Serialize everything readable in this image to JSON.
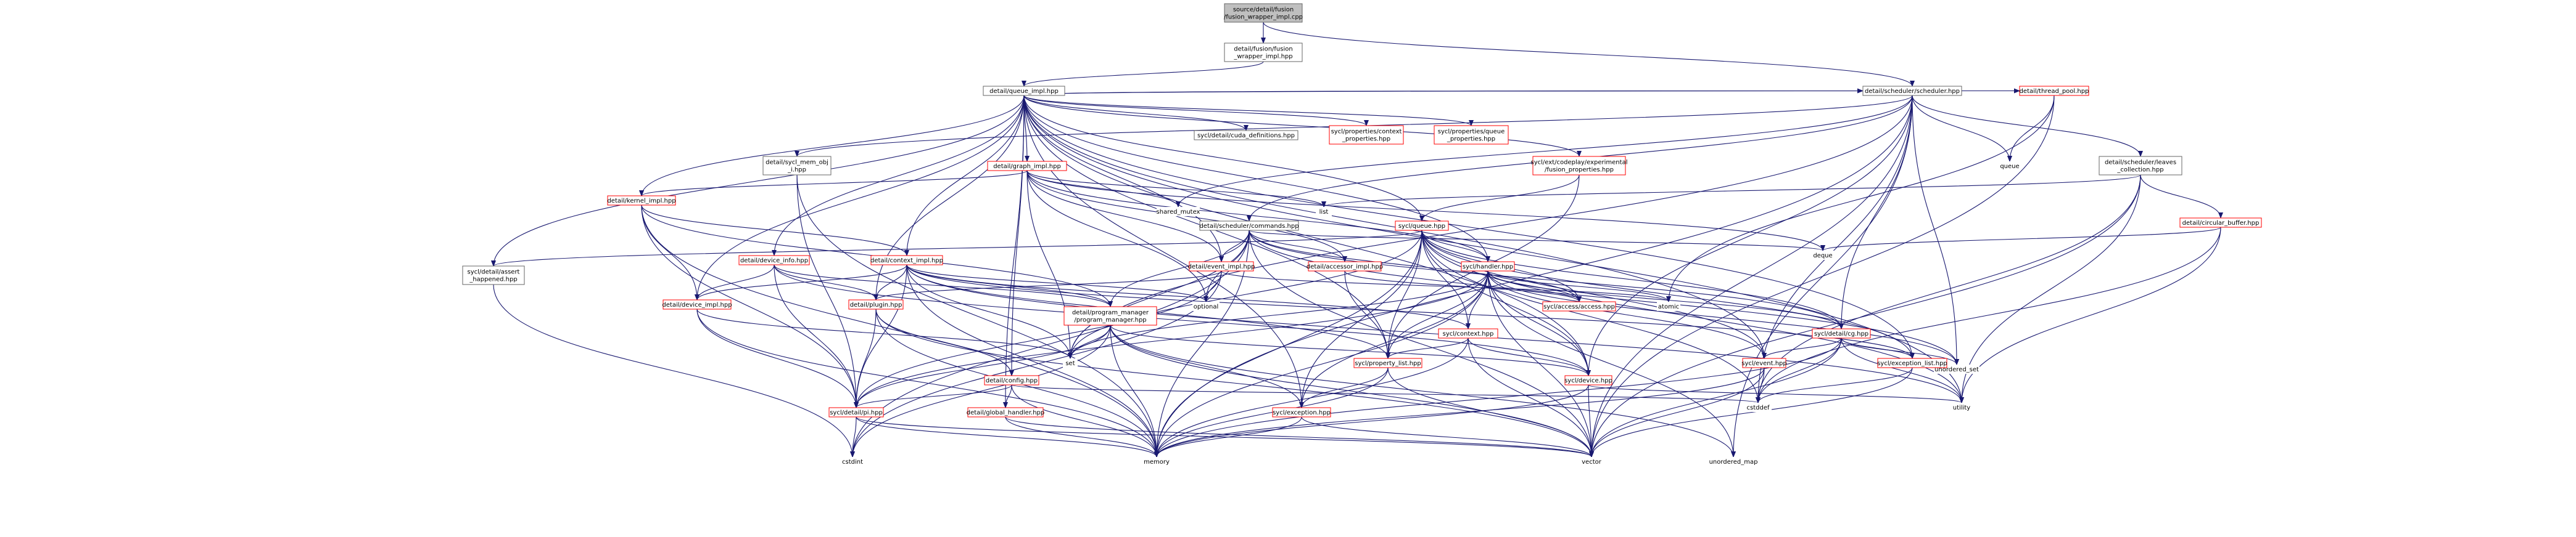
{
  "colors": {
    "edge": "#191970",
    "node_border": "#666666",
    "truncated_border": "#ff0000",
    "root_fill": "#bfbfbf"
  },
  "nodes": {
    "root": [
      "source/detail/fusion",
      "/fusion_wrapper_impl.cpp"
    ],
    "fusion_wrapper": [
      "detail/fusion/fusion",
      "_wrapper_impl.hpp"
    ],
    "queue_impl": [
      "detail/queue_impl.hpp"
    ],
    "scheduler": [
      "detail/scheduler/scheduler.hpp"
    ],
    "thread_pool": [
      "detail/thread_pool.hpp"
    ],
    "cuda_defs": [
      "sycl/detail/cuda_definitions.hpp"
    ],
    "ctx_props": [
      "sycl/properties/context",
      "_properties.hpp"
    ],
    "queue_props": [
      "sycl/properties/queue",
      "_properties.hpp"
    ],
    "sycl_mem_obj": [
      "detail/sycl_mem_obj",
      "_i.hpp"
    ],
    "graph_impl": [
      "detail/graph_impl.hpp"
    ],
    "fusion_props": [
      "sycl/ext/codeplay/experimental",
      "/fusion_properties.hpp"
    ],
    "queue_std": [
      "queue"
    ],
    "leaves": [
      "detail/scheduler/leaves",
      "_collection.hpp"
    ],
    "kernel_impl": [
      "detail/kernel_impl.hpp"
    ],
    "shared_mutex": [
      "shared_mutex"
    ],
    "list": [
      "list"
    ],
    "commands": [
      "detail/scheduler/commands.hpp"
    ],
    "sycl_queue": [
      "sycl/queue.hpp"
    ],
    "circular_buffer": [
      "detail/circular_buffer.hpp"
    ],
    "deque": [
      "deque"
    ],
    "assert_happened": [
      "sycl/detail/assert",
      "_happened.hpp"
    ],
    "device_info": [
      "detail/device_info.hpp"
    ],
    "context_impl": [
      "detail/context_impl.hpp"
    ],
    "event_impl": [
      "detail/event_impl.hpp"
    ],
    "accessor_impl": [
      "detail/accessor_impl.hpp"
    ],
    "sycl_handler": [
      "sycl/handler.hpp"
    ],
    "device_impl": [
      "detail/device_impl.hpp"
    ],
    "plugin": [
      "detail/plugin.hpp"
    ],
    "optional": [
      "optional"
    ],
    "program_manager": [
      "detail/program_manager",
      "/program_manager.hpp"
    ],
    "access": [
      "sycl/access/access.hpp"
    ],
    "atomic": [
      "atomic"
    ],
    "sycl_context": [
      "sycl/context.hpp"
    ],
    "cg": [
      "sycl/detail/cg.hpp"
    ],
    "set": [
      "set"
    ],
    "property_list": [
      "sycl/property_list.hpp"
    ],
    "sycl_event": [
      "sycl/event.hpp"
    ],
    "unordered_set": [
      "unordered_set"
    ],
    "exception_list": [
      "sycl/exception_list.hpp"
    ],
    "config": [
      "detail/config.hpp"
    ],
    "sycl_device": [
      "sycl/device.hpp"
    ],
    "cstddef": [
      "cstddef"
    ],
    "utility": [
      "utility"
    ],
    "pi": [
      "sycl/detail/pi.hpp"
    ],
    "global_handler": [
      "detail/global_handler.hpp"
    ],
    "exception": [
      "sycl/exception.hpp"
    ],
    "cstdint": [
      "cstdint"
    ],
    "memory": [
      "memory"
    ],
    "vector": [
      "vector"
    ],
    "unordered_map": [
      "unordered_map"
    ]
  }
}
